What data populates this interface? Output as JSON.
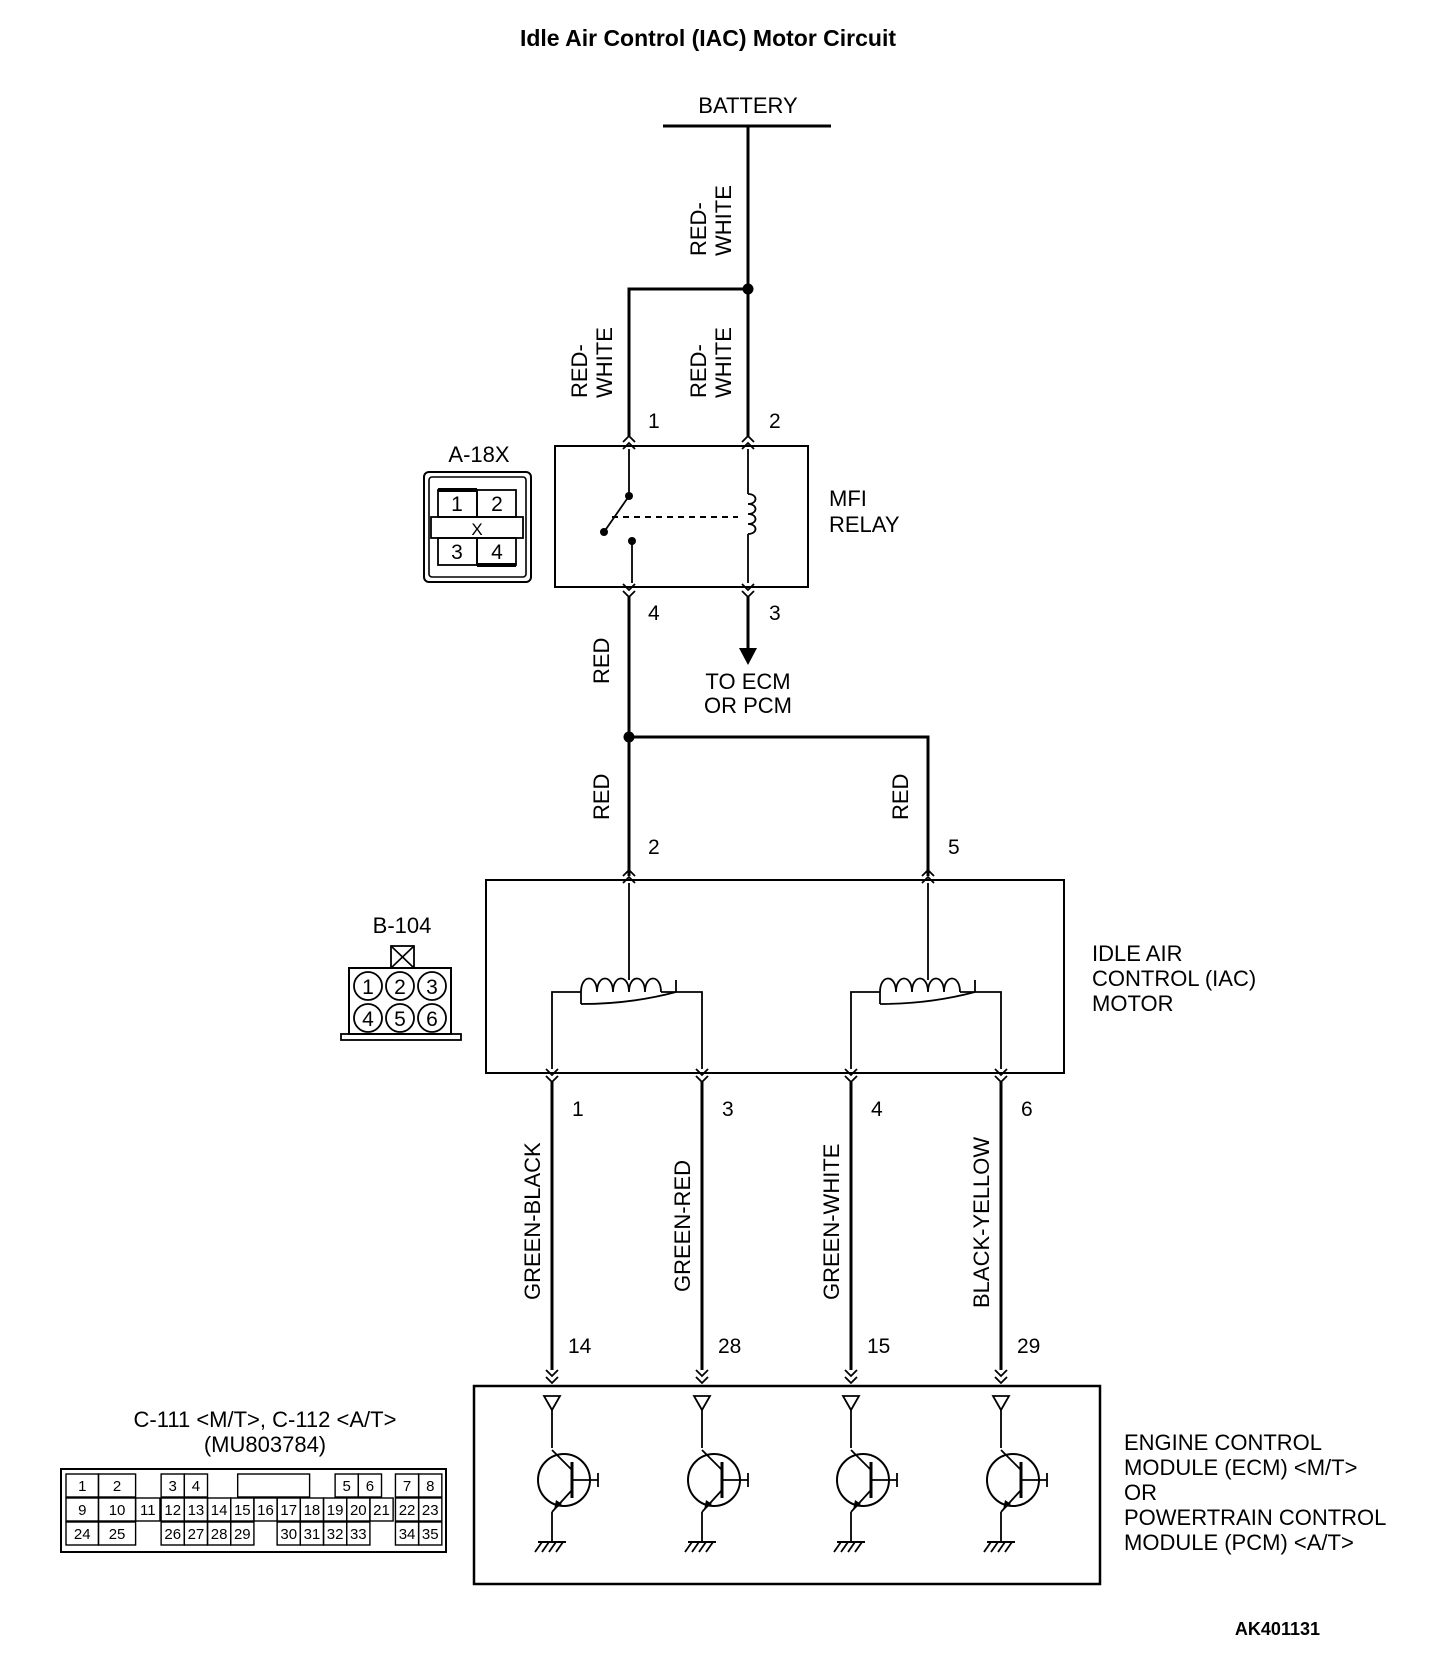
{
  "title": "Idle Air Control (IAC) Motor Circuit",
  "battery_label": "BATTERY",
  "relay": {
    "connector_id": "A-18X",
    "name_line1": "MFI",
    "name_line2": "RELAY",
    "pins": [
      "1",
      "2",
      "4",
      "3"
    ],
    "connector_pins": [
      "1",
      "2",
      "3",
      "4"
    ],
    "x_mark": "X",
    "to_ecm_line1": "TO ECM",
    "to_ecm_line2": "OR PCM"
  },
  "iac": {
    "connector_id": "B-104",
    "name_line1": "IDLE AIR",
    "name_line2": "CONTROL (IAC)",
    "name_line3": "MOTOR",
    "pins": [
      "2",
      "5",
      "1",
      "3",
      "4",
      "6"
    ],
    "connector_pins": [
      "1",
      "2",
      "3",
      "4",
      "5",
      "6"
    ]
  },
  "wires": {
    "battery_part1": "RED-",
    "battery_part2": "WHITE",
    "relay_pin1_part1": "RED-",
    "relay_pin1_part2": "WHITE",
    "relay_pin2_part1": "RED-",
    "relay_pin2_part2": "WHITE",
    "relay_out": "RED",
    "iac_pin2": "RED",
    "iac_pin5": "RED",
    "iac_pin1": "GREEN-BLACK",
    "iac_pin3": "GREEN-RED",
    "iac_pin4": "GREEN-WHITE",
    "iac_pin6": "BLACK-YELLOW"
  },
  "ecm": {
    "connector_line1": "C-111 <M/T>, C-112 <A/T>",
    "connector_line2": "(MU803784)",
    "pins": [
      "14",
      "28",
      "15",
      "29"
    ],
    "name_line1": "ENGINE CONTROL",
    "name_line2": "MODULE (ECM) <M/T>",
    "name_line3": "OR",
    "name_line4": "POWERTRAIN CONTROL",
    "name_line5": "MODULE (PCM) <A/T>",
    "grid_row1": [
      "1",
      "2",
      "3",
      "4",
      "5",
      "6",
      "7",
      "8"
    ],
    "grid_row2": [
      "9",
      "10",
      "11",
      "12",
      "13",
      "14",
      "15",
      "16",
      "17",
      "18",
      "19",
      "20",
      "21",
      "22",
      "23"
    ],
    "grid_row3": [
      "24",
      "25",
      "26",
      "27",
      "28",
      "29",
      "30",
      "31",
      "32",
      "33",
      "34",
      "35"
    ]
  },
  "figure_code": "AK401131"
}
